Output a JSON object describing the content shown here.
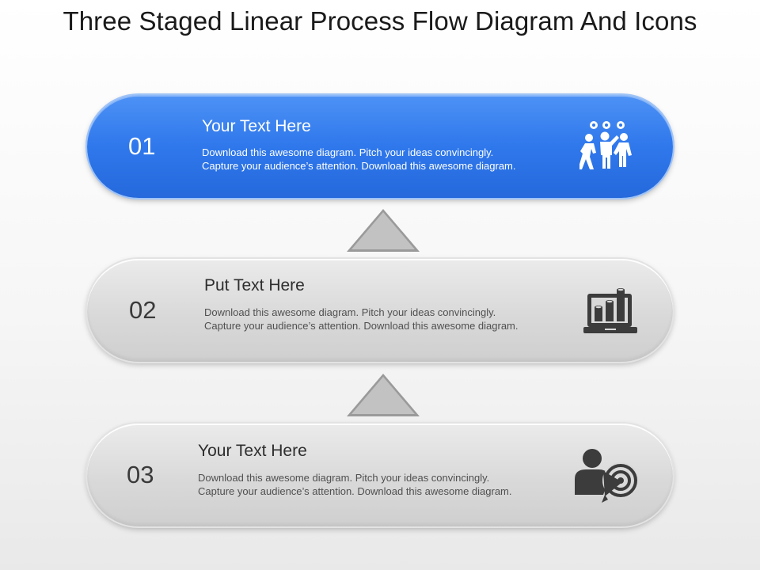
{
  "title": "Three Staged Linear Process Flow Diagram And Icons",
  "stages": [
    {
      "number": "01",
      "heading": "Your Text Here",
      "line1": "Download this awesome diagram. Pitch your ideas convincingly.",
      "line2": "Capture your audience’s attention. Download this awesome diagram.",
      "icon": "team-gears-icon",
      "color": "#2f78ec"
    },
    {
      "number": "02",
      "heading": "Put Text  Here",
      "line1": "Download this awesome diagram. Pitch your ideas convincingly.",
      "line2": "Capture your audience’s attention. Download this awesome diagram.",
      "icon": "laptop-bar-chart-icon",
      "color": "#d9d9d9"
    },
    {
      "number": "03",
      "heading": "Your Text Here",
      "line1": "Download this awesome diagram. Pitch your ideas convincingly.",
      "line2": "Capture your audience’s attention. Download this awesome diagram.",
      "icon": "person-target-icon",
      "color": "#d9d9d9"
    }
  ],
  "arrow_color": "#bdbdbd"
}
